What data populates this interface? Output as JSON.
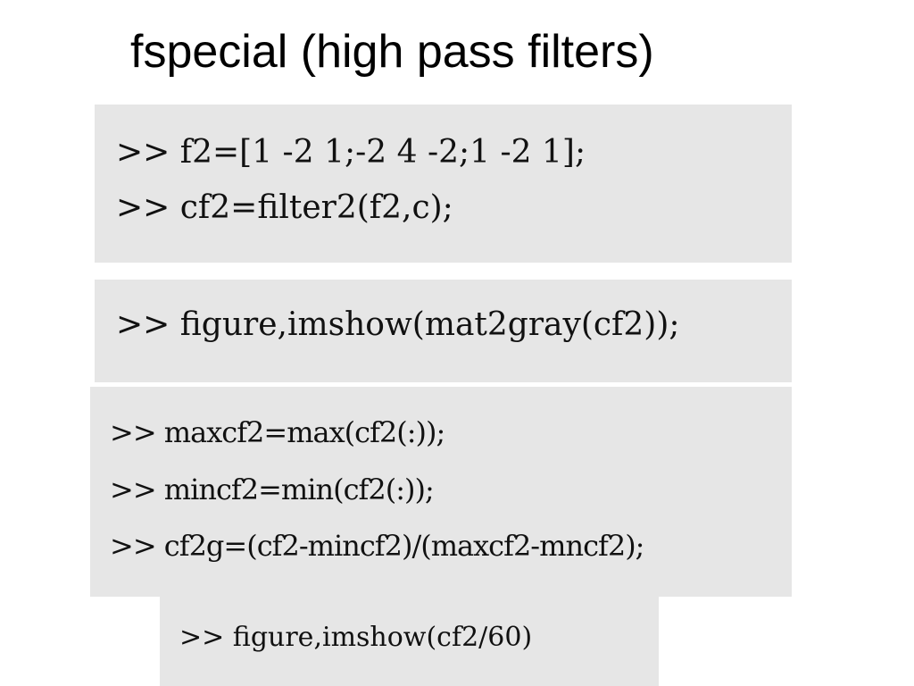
{
  "slide": {
    "title": "fspecial (high pass filters)",
    "code_blocks": [
      {
        "lines": [
          ">> f2=[1 -2 1;-2 4 -2;1 -2 1];",
          ">> cf2=filter2(f2,c);"
        ]
      },
      {
        "lines": [
          ">> figure,imshow(mat2gray(cf2));"
        ]
      },
      {
        "lines": [
          ">> maxcf2=max(cf2(:));",
          ">> mincf2=min(cf2(:));",
          ">> cf2g=(cf2-mincf2)/(maxcf2-mncf2);"
        ]
      },
      {
        "lines": [
          ">> figure,imshow(cf2/60)"
        ]
      }
    ],
    "colors": {
      "background": "#ffffff",
      "code_background": "#e6e6e6",
      "text": "#000000"
    }
  }
}
